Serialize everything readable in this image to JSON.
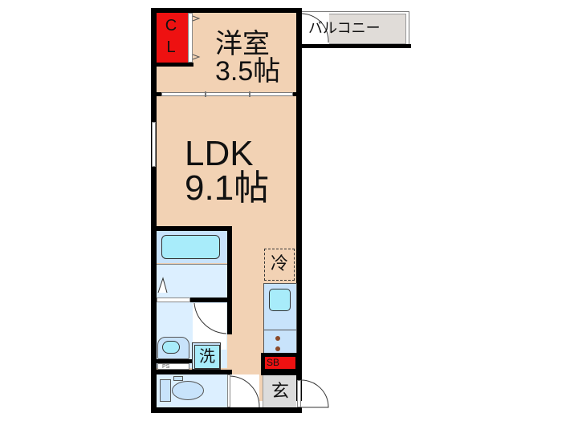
{
  "floorplan": {
    "rooms": {
      "western_room": {
        "name": "洋室",
        "size": "3.5帖"
      },
      "ldk": {
        "name": "LDK",
        "size": "9.1帖"
      },
      "balcony": {
        "name": "バルコニー"
      },
      "closet": {
        "line1": "C",
        "line2": "L"
      },
      "entrance": {
        "name": "玄"
      }
    },
    "fixtures": {
      "refrigerator": "冷",
      "washer": "洗",
      "shoe_box": "SB",
      "pipe_space": "PS"
    },
    "colors": {
      "floor": "#f2d2b4",
      "closet": "#ee1111",
      "shoe_box": "#ee1111",
      "wet_area": "#dcefff",
      "fixture": "#a8ecfa",
      "balcony": "#e0dcd8",
      "entrance": "#dcdcdc",
      "wall": "#000000"
    }
  }
}
